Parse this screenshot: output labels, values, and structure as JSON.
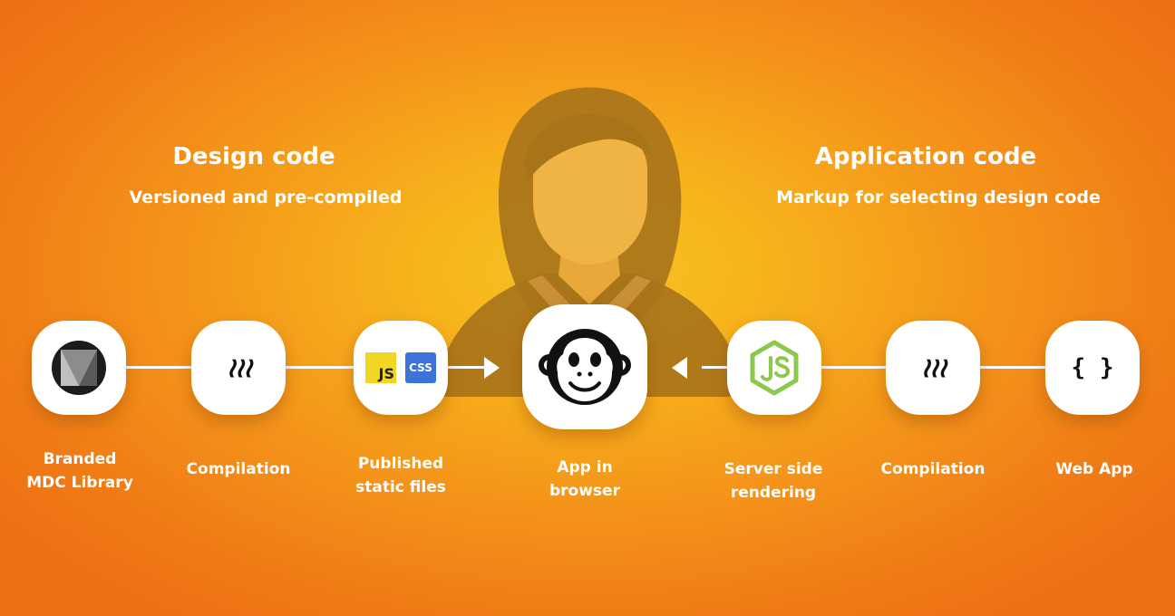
{
  "left": {
    "title": "Design code",
    "subtitle": "Versioned and pre-compiled"
  },
  "right": {
    "title": "Application code",
    "subtitle": "Markup for selecting design code"
  },
  "nodes": [
    {
      "label": "Branded\nMDC Library",
      "icon": "mdc-logo-icon"
    },
    {
      "label": "Compilation",
      "icon": "steam-icon"
    },
    {
      "label": "Published\nstatic files",
      "icon": "js-css-icon",
      "js_text": "JS",
      "css_text": "CSS"
    },
    {
      "label": "App in\nbrowser",
      "icon": "monkey-icon"
    },
    {
      "label": "Server side\nrendering",
      "icon": "nodejs-icon"
    },
    {
      "label": "Compilation",
      "icon": "steam-icon"
    },
    {
      "label": "Web App",
      "icon": "braces-icon",
      "icon_text": "{ }"
    }
  ],
  "colors": {
    "background_center": "#f6c421",
    "background_edge": "#ee7014",
    "node_fill": "#ffffff",
    "nodejs_green": "#8cc84b"
  }
}
